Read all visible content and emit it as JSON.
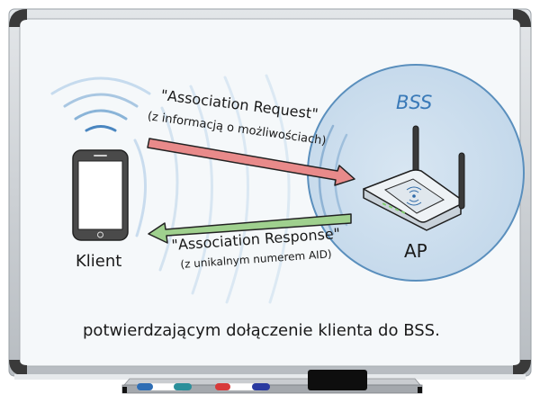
{
  "board": {
    "frame_color": "#c9ced3",
    "corner_color": "#3a3a3a",
    "surface_color": "#f4f8fa"
  },
  "bss": {
    "label": "BSS",
    "fill_color": "#c9dcec",
    "stroke_color": "#5a8fbd",
    "label_color": "#3a7ab8"
  },
  "client": {
    "label": "Klient",
    "device": "smartphone-icon"
  },
  "access_point": {
    "label": "AP",
    "device": "wireless-router-icon",
    "led_color": "#7fd06a"
  },
  "request": {
    "title": "\"Association Request\"",
    "subtitle": "(z informacją o możliwościach)",
    "arrow_color": "#e88a8a",
    "direction": "client-to-ap"
  },
  "response": {
    "title": "\"Association Response\"",
    "subtitle": "(z unikalnym numerem AID)",
    "arrow_color": "#9fd08e",
    "direction": "ap-to-client"
  },
  "caption": "potwierdzającym dołączenie klienta do BSS.",
  "tray": {
    "markers": [
      {
        "name": "blue-teal-marker",
        "cap_left": "#2e6db4",
        "cap_right": "#2a8f9a"
      },
      {
        "name": "red-navy-marker",
        "cap_left": "#d83a3a",
        "cap_right": "#2a3aa0"
      }
    ],
    "eraser_color": "#0e0e0e"
  }
}
